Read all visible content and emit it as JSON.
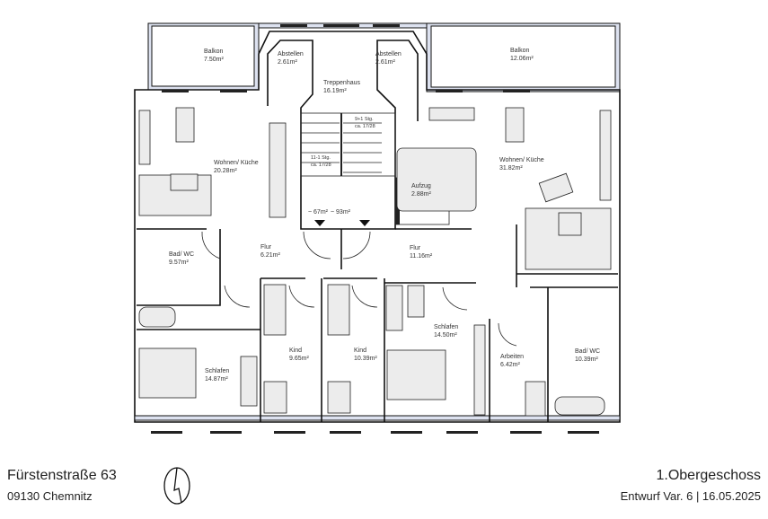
{
  "rooms": {
    "balkon_left": {
      "name": "Balkon",
      "area": "7.50m²"
    },
    "abstellen_left": {
      "name": "Abstellen",
      "area": "2.61m²"
    },
    "treppenhaus": {
      "name": "Treppenhaus",
      "area": "16.19m²"
    },
    "abstellen_right": {
      "name": "Abstellen",
      "area": "2.61m²"
    },
    "balkon_right": {
      "name": "Balkon",
      "area": "12.06m²"
    },
    "wohnen_left": {
      "name": "Wohnen/ Küche",
      "area": "20.28m²"
    },
    "wohnen_right": {
      "name": "Wohnen/ Küche",
      "area": "31.82m²"
    },
    "aufzug": {
      "name": "Aufzug",
      "area": "2.88m²"
    },
    "bad_left": {
      "name": "Bad/ WC",
      "area": "9.57m²"
    },
    "flur_left": {
      "name": "Flur",
      "area": "6.21m²"
    },
    "flur_right": {
      "name": "Flur",
      "area": "11.16m²"
    },
    "schlafen_left": {
      "name": "Schlafen",
      "area": "14.87m²"
    },
    "kind_1": {
      "name": "Kind",
      "area": "9.65m²"
    },
    "kind_2": {
      "name": "Kind",
      "area": "10.39m²"
    },
    "schlafen_right": {
      "name": "Schlafen",
      "area": "14.50m²"
    },
    "arbeiten": {
      "name": "Arbeiten",
      "area": "6.42m²"
    },
    "bad_right": {
      "name": "Bad/ WC",
      "area": "10.39m²"
    }
  },
  "stairs": {
    "up_steps": "9+1 Stg.",
    "up_ratio": "ca. 17/28",
    "down_steps": "11-1 Stg.",
    "down_ratio": "ca. 17/28"
  },
  "units": {
    "left_total": "~ 67m²",
    "right_total": "~ 93m²"
  },
  "footer": {
    "street": "Fürstenstraße 63",
    "city": "09130 Chemnitz",
    "floor": "1.Obergeschoss",
    "variant": "Entwurf Var. 6 | 16.05.2025"
  }
}
